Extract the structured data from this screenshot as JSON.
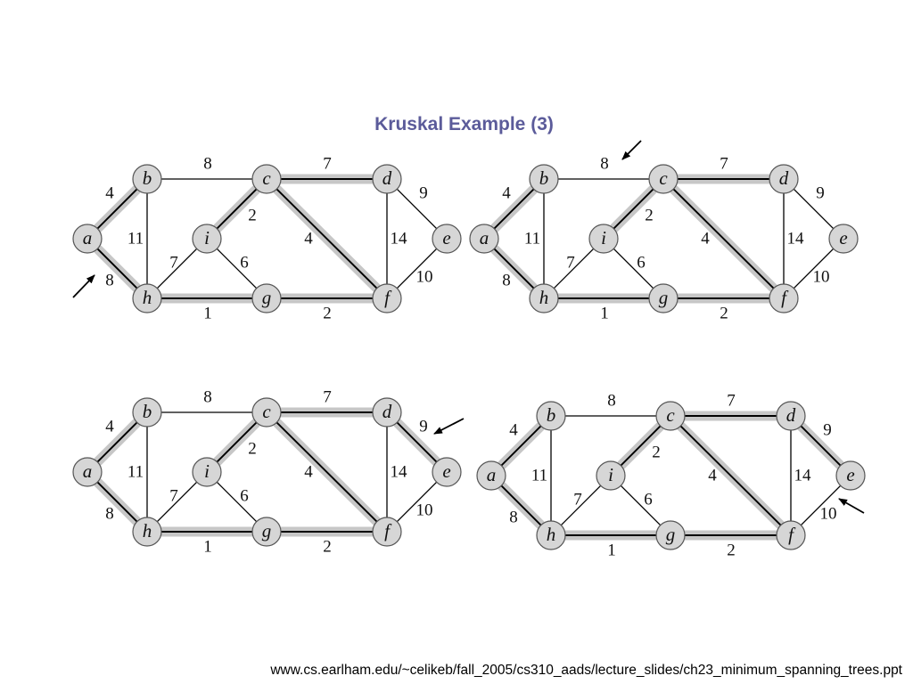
{
  "title": "Kruskal Example (3)",
  "title_color": "#5b5b9a",
  "source_url": "www.cs.earlham.edu/~celikeb/fall_2005/cs310_aads/lecture_slides/ch23_minimum_spanning_trees.ppt",
  "nodes": [
    "a",
    "b",
    "c",
    "d",
    "e",
    "f",
    "g",
    "h",
    "i"
  ],
  "edges": [
    {
      "from": "a",
      "to": "b",
      "weight": "4"
    },
    {
      "from": "a",
      "to": "h",
      "weight": "8"
    },
    {
      "from": "b",
      "to": "h",
      "weight": "11"
    },
    {
      "from": "b",
      "to": "c",
      "weight": "8"
    },
    {
      "from": "c",
      "to": "d",
      "weight": "7"
    },
    {
      "from": "c",
      "to": "i",
      "weight": "2"
    },
    {
      "from": "c",
      "to": "f",
      "weight": "4"
    },
    {
      "from": "d",
      "to": "e",
      "weight": "9"
    },
    {
      "from": "d",
      "to": "f",
      "weight": "14"
    },
    {
      "from": "e",
      "to": "f",
      "weight": "10"
    },
    {
      "from": "h",
      "to": "i",
      "weight": "7"
    },
    {
      "from": "i",
      "to": "g",
      "weight": "6"
    },
    {
      "from": "h",
      "to": "g",
      "weight": "1"
    },
    {
      "from": "g",
      "to": "f",
      "weight": "2"
    }
  ],
  "graphs": [
    {
      "highlighted": [
        "a-b",
        "a-h",
        "c-d",
        "c-i",
        "c-f",
        "h-g",
        "g-f"
      ],
      "arrow_edge": "a-h"
    },
    {
      "highlighted": [
        "a-b",
        "a-h",
        "c-d",
        "c-i",
        "c-f",
        "h-g",
        "g-f"
      ],
      "arrow_edge": "b-c"
    },
    {
      "highlighted": [
        "a-b",
        "a-h",
        "c-d",
        "c-i",
        "c-f",
        "h-g",
        "g-f",
        "d-e"
      ],
      "arrow_edge": "d-e"
    },
    {
      "highlighted": [
        "a-b",
        "a-h",
        "c-d",
        "c-i",
        "c-f",
        "h-g",
        "g-f",
        "d-e"
      ],
      "arrow_edge": "e-f"
    }
  ]
}
